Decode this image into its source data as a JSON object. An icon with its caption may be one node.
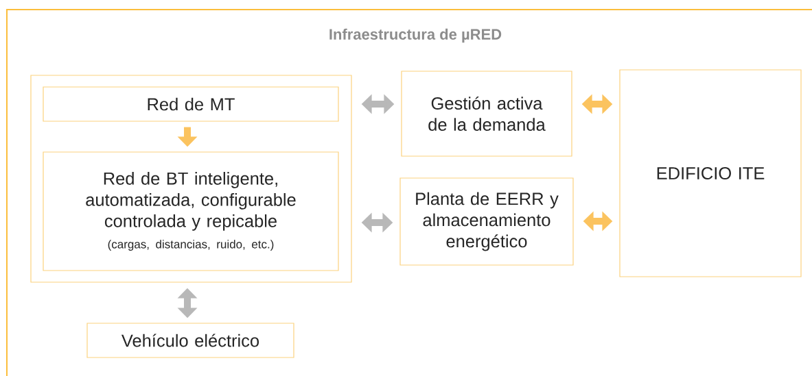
{
  "diagram": {
    "title": "Infraestructura de µRED",
    "nodes": [
      {
        "text": [],
        "shape": "box"
      },
      {
        "text": [
          "Red de MT"
        ],
        "in": 0
      },
      {
        "text": [
          "Red de BT inteligente, automatizada, configurable controlada y repicable",
          "(cargas, distancias, ruido, etc.)"
        ],
        "in": 0
      },
      {
        "text": [
          "Vehículo eléctrico"
        ]
      },
      {
        "text": [
          "Gestión activa de la demanda"
        ]
      },
      {
        "text": [
          "Planta de EERR y almacenamiento energético"
        ]
      },
      {
        "text": [
          "EDIFICIO ITE"
        ]
      }
    ],
    "edges": [
      {
        "from": 1,
        "to": 2,
        "arrow": "to",
        "color": "#fbc35f"
      },
      {
        "from": 0,
        "to": 3,
        "arrow": "both",
        "color": "#b8b8b8"
      },
      {
        "from": 0,
        "to": 4,
        "arrow": "both",
        "color": "#b8b8b8"
      },
      {
        "from": 0,
        "to": 5,
        "arrow": "both",
        "color": "#b8b8b8"
      },
      {
        "from": 4,
        "to": 6,
        "arrow": "both",
        "color": "#fbc35f"
      },
      {
        "from": 5,
        "to": 6,
        "arrow": "both",
        "color": "#fbc35f"
      }
    ]
  }
}
